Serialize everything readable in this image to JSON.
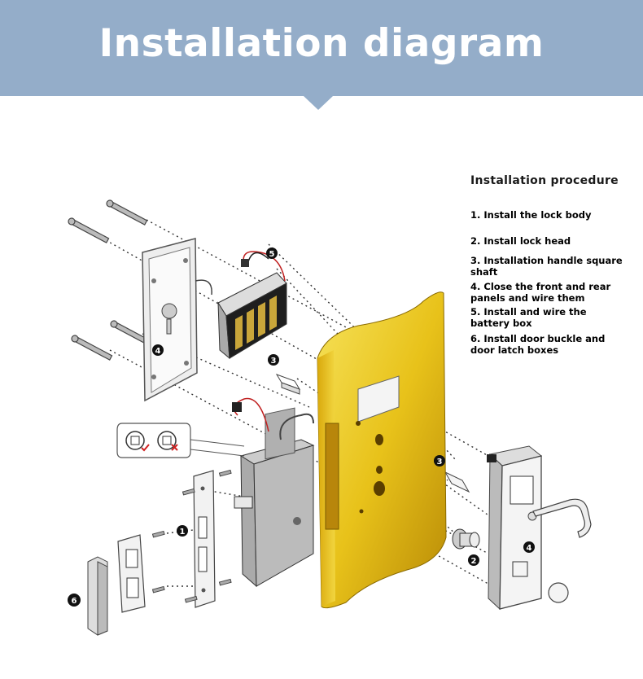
{
  "header": {
    "title": "Installation diagram"
  },
  "procedure": {
    "title": "Installation procedure",
    "steps": [
      {
        "label": "1. Install the lock body"
      },
      {
        "label": "2. Install lock head"
      },
      {
        "label": "3. Installation handle square shaft"
      },
      {
        "label": "4. Close the front and rear panels and wire them"
      },
      {
        "label": "5. Install and wire the battery box"
      },
      {
        "label": "6. Install door buckle and door latch boxes"
      }
    ]
  },
  "markers": [
    "1",
    "2",
    "3",
    "4",
    "5",
    "6"
  ]
}
